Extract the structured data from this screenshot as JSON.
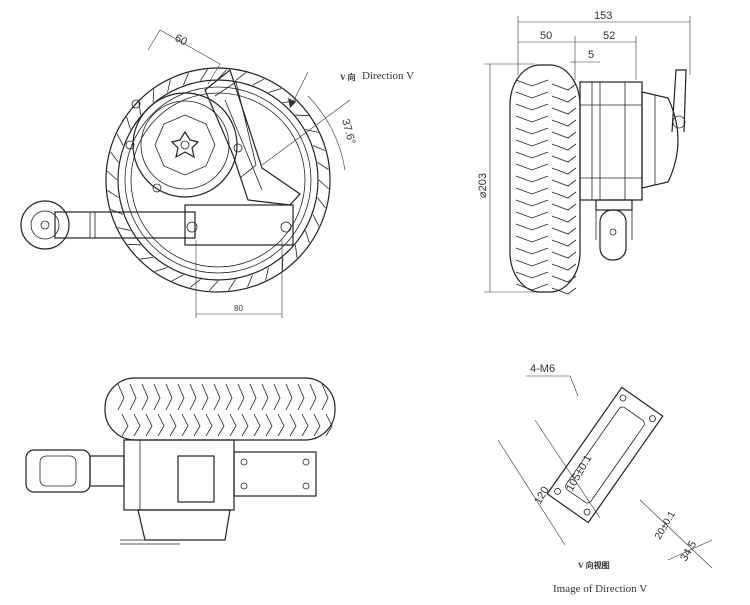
{
  "front_view": {
    "dim_top": "60",
    "dim_angle": "37.6°",
    "dim_bottom": "80",
    "arrow_label_cn": "V 向",
    "arrow_label_en": "Direction V"
  },
  "side_view": {
    "dim_overall": "153",
    "dim_left": "50",
    "dim_right": "52",
    "dim_small": "5",
    "dim_diameter": "⌀203"
  },
  "plate_view": {
    "hole_label": "4-M6",
    "dim_105": "105±0.1",
    "dim_120": "120",
    "dim_20": "20±0.1",
    "dim_345": "34.5",
    "caption_cn": "V 向视图",
    "caption_en": "Image of Direction V"
  }
}
